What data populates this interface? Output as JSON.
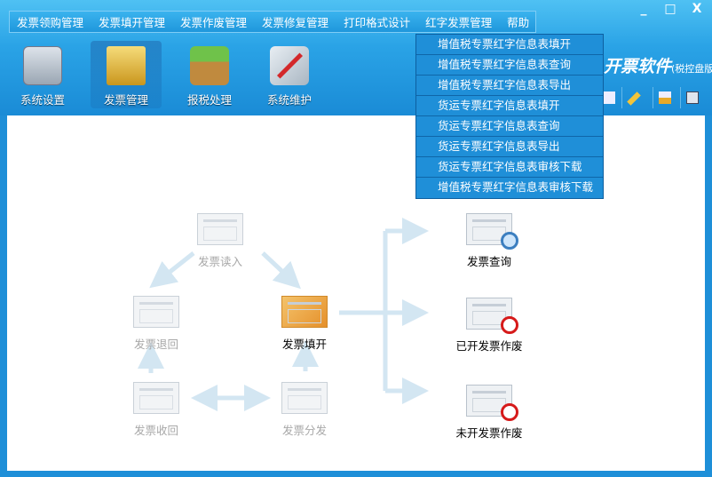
{
  "menu": [
    "发票领购管理",
    "发票填开管理",
    "发票作废管理",
    "发票修复管理",
    "打印格式设计",
    "红字发票管理",
    "帮助"
  ],
  "window_controls": {
    "minimize": "_",
    "maximize": "□",
    "close": "X"
  },
  "toolbar": [
    {
      "label": "系统设置",
      "icon": "settings-icon"
    },
    {
      "label": "发票管理",
      "icon": "folder-icon"
    },
    {
      "label": "报税处理",
      "icon": "box-icon"
    },
    {
      "label": "系统维护",
      "icon": "tools-icon"
    }
  ],
  "brand": {
    "title": "开票软件",
    "edition": "(税控盘版)"
  },
  "quick_icons": [
    "window-icon",
    "key-icon",
    "lock-icon",
    "calculator-icon"
  ],
  "dropdown": [
    "增值税专票红字信息表填开",
    "增值税专票红字信息表查询",
    "增值税专票红字信息表导出",
    "货运专票红字信息表填开",
    "货运专票红字信息表查询",
    "货运专票红字信息表导出",
    "货运专票红字信息表审核下载",
    "增值税专票红字信息表审核下载"
  ],
  "workflow": {
    "read": "发票读入",
    "return": "发票退回",
    "issue": "发票填开",
    "recall": "发票收回",
    "distribute": "发票分发",
    "query": "发票查询",
    "void_issued": "已开发票作废",
    "void_unissued": "未开发票作废"
  },
  "colors": {
    "accent": "#1f8fd8",
    "arrow": "#d3e6f2",
    "disabled_text": "#a8a8a8"
  }
}
